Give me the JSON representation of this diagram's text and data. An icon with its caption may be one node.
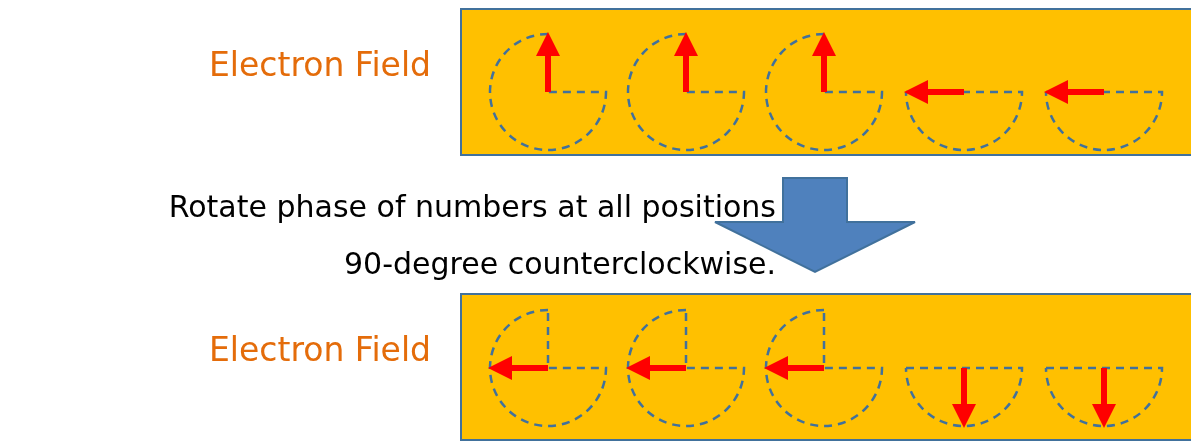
{
  "diagram": {
    "nodes": [
      {
        "text": [
          "Electron Field"
        ]
      },
      {
        "text": [
          "Electron Field"
        ]
      }
    ],
    "edges": [
      {
        "from": 0,
        "to": 1,
        "arrow": "to",
        "label": "Rotate phase of numbers at all positions 90-degree counterclockwise.",
        "style": "thick"
      }
    ]
  }
}
